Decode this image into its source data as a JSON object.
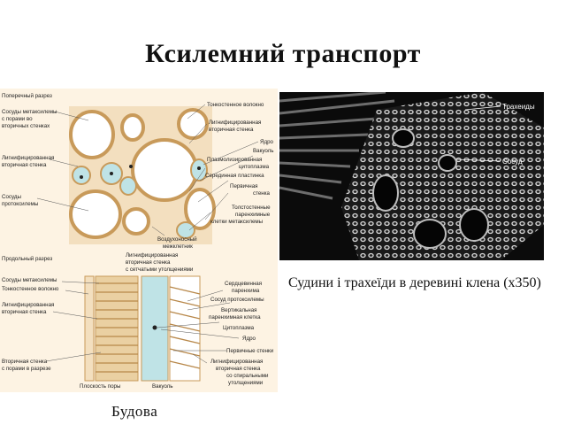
{
  "title": "Ксилемний транспорт",
  "caption": "Судини і трахеїди в деревині клена (х350)",
  "bottom_label": "Будова",
  "diagram": {
    "cross_section_title": "Поперечный разрез",
    "longitudinal_title": "Продольный разрез",
    "cross_left": [
      "Сосуды метаксилемы",
      "с порами во",
      "вторичных стенках",
      "Лигнифицированная",
      "вторичная стенка",
      "Сосуды",
      "протоксилемы"
    ],
    "cross_right": [
      "Тонкостенное волокно",
      "Лигнифицированная",
      "вторичная стенка",
      "Ядро",
      "Вакуоль",
      "Плазмолизированная",
      "цитоплазма",
      "Серединная пластинка",
      "Первичная",
      "стенка",
      "Толстостенные",
      "паренхимные",
      "клетки метаксилемы"
    ],
    "cross_bottom": [
      "Воздухоносный",
      "межклетник"
    ],
    "long_top": [
      "Лигнифицированная",
      "вторичная стенка",
      "с сетчатыми утолщениями"
    ],
    "long_left": [
      "Сосуды метаксилемы",
      "Тонкостенное волокно",
      "Лигнифицированная",
      "вторичная стенка",
      "Вторичная стенка",
      "с порами в разрезе"
    ],
    "long_right": [
      "Сердцевинная",
      "паренхима",
      "Сосуд протоксилемы",
      "Вертикальная",
      "паренхимная клетка",
      "Цитоплазма",
      "Ядро",
      "Первичные стенки",
      "Лигнифицированная",
      "вторичная стенка",
      "со спиральными",
      "утолщениями"
    ],
    "long_bottom": [
      "Плоскость поры",
      "Вакуоль"
    ]
  },
  "photo_labels": {
    "tracheids": "Трахеиды",
    "vessel": "Сосуд"
  }
}
